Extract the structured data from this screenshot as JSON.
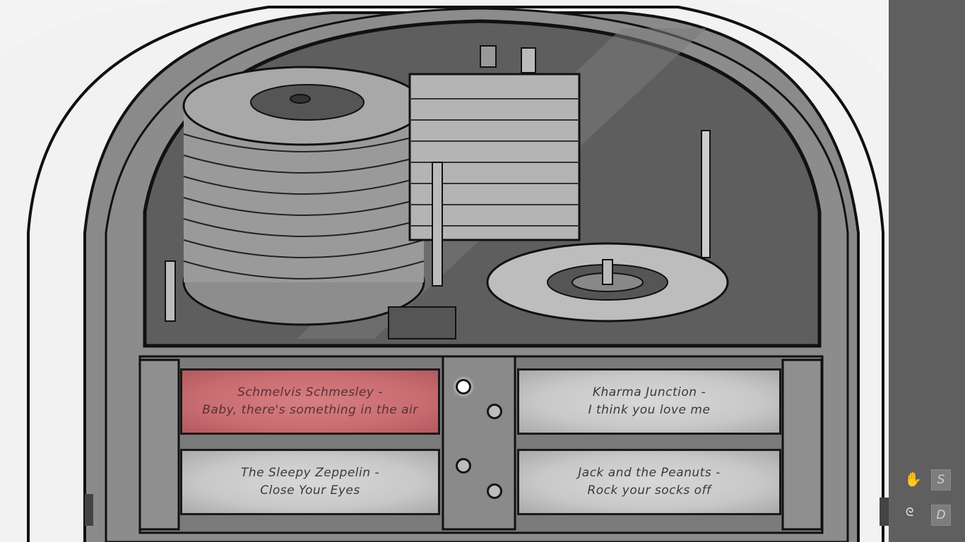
{
  "songs": [
    {
      "artist": "Schmelvis Schmesley -",
      "title": "Baby, there's something in the air",
      "selected": true
    },
    {
      "artist": "Kharma Junction -",
      "title": "I think you love me",
      "selected": false
    },
    {
      "artist": "The Sleepy Zeppelin -",
      "title": "Close Your Eyes",
      "selected": false
    },
    {
      "artist": "Jack and the Peanuts -",
      "title": "Rock your socks off",
      "selected": false
    }
  ],
  "hotkeys": [
    {
      "icon": "hand-icon",
      "key": "S"
    },
    {
      "icon": "scribble-icon",
      "key": "D"
    }
  ],
  "colors": {
    "selected": "#c96d71",
    "card": "#c8c8c8",
    "body": "#8a8a8a"
  }
}
